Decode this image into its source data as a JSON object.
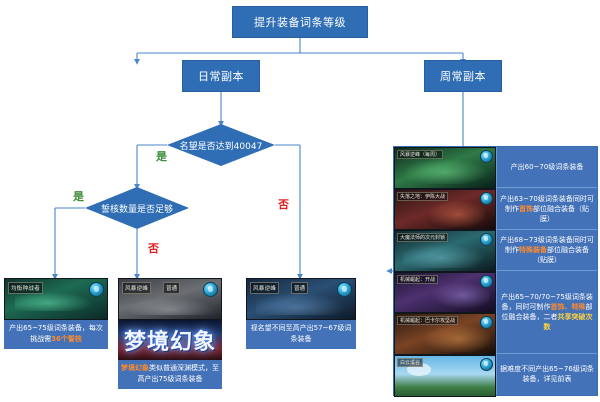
{
  "flow": {
    "root": {
      "label": "提升装备词条等级"
    },
    "branches": [
      {
        "label": "日常副本"
      },
      {
        "label": "周常副本"
      }
    ],
    "decisions": [
      {
        "label": "名望是否达到40047"
      },
      {
        "label": "誓核数量是否足够"
      }
    ],
    "edge_labels": {
      "yes": "是",
      "no": "否"
    }
  },
  "cards": [
    {
      "title": "均衡种战者",
      "badge": "",
      "caption_prefix": "产出65~75级词条装备，每次挑战需",
      "caption_highlight": "36个誓核",
      "caption_suffix": ""
    },
    {
      "title": "风暴逆峰",
      "badge": "普通",
      "hero_text": "梦境幻象",
      "caption_prefix": "",
      "caption_highlight": "梦境幻象",
      "caption_suffix": "类似普通深渊模式，至高产出75级词条装备"
    },
    {
      "title": "风暴逆峰",
      "badge": "普通",
      "caption_prefix": "视名望不同至高产出57~67级词条装备",
      "caption_highlight": "",
      "caption_suffix": ""
    }
  ],
  "panel": {
    "rows": [
      {
        "title": "风暴逆峰（每周）",
        "text_prefix": "产出60~70级词条装备",
        "text_highlight": "",
        "text_suffix": ""
      },
      {
        "title": "失落之地：伊陈大战",
        "text_prefix": "产出63~70级词条装备同时可制作",
        "text_highlight": "首饰",
        "text_suffix": "部位融合装备（贴膜）"
      },
      {
        "title": "大魔法师的次元封锁",
        "text_prefix": "产出68~73级词条装备同时可制作",
        "text_highlight": "特殊装备",
        "text_suffix": "部位融合装备（贴膜）"
      },
      {
        "title": "机械崛起：开战",
        "text_prefix": "产出65~70/70~75级词条装备，同时可制作",
        "text_highlight": "首饰、特殊",
        "text_suffix": "部位融合装备，二者",
        "text_highlight2": "共享突破次数"
      },
      {
        "title": "机械崛起：巴卡尔攻坚战",
        "text_prefix": "",
        "text_highlight": "",
        "text_suffix": ""
      },
      {
        "title": "白云溪谷",
        "text_prefix": "据难度不同产出65~76级词条装备，详见前表",
        "text_highlight": "",
        "text_suffix": ""
      }
    ]
  },
  "colors": {
    "node_blue": "#2f6eb5",
    "panel_blue": "#4472b8",
    "wire": "#4a86c8",
    "yes_green": "#3f8f3f",
    "no_red": "#e02020",
    "highlight_orange": "#ff8a2b"
  }
}
